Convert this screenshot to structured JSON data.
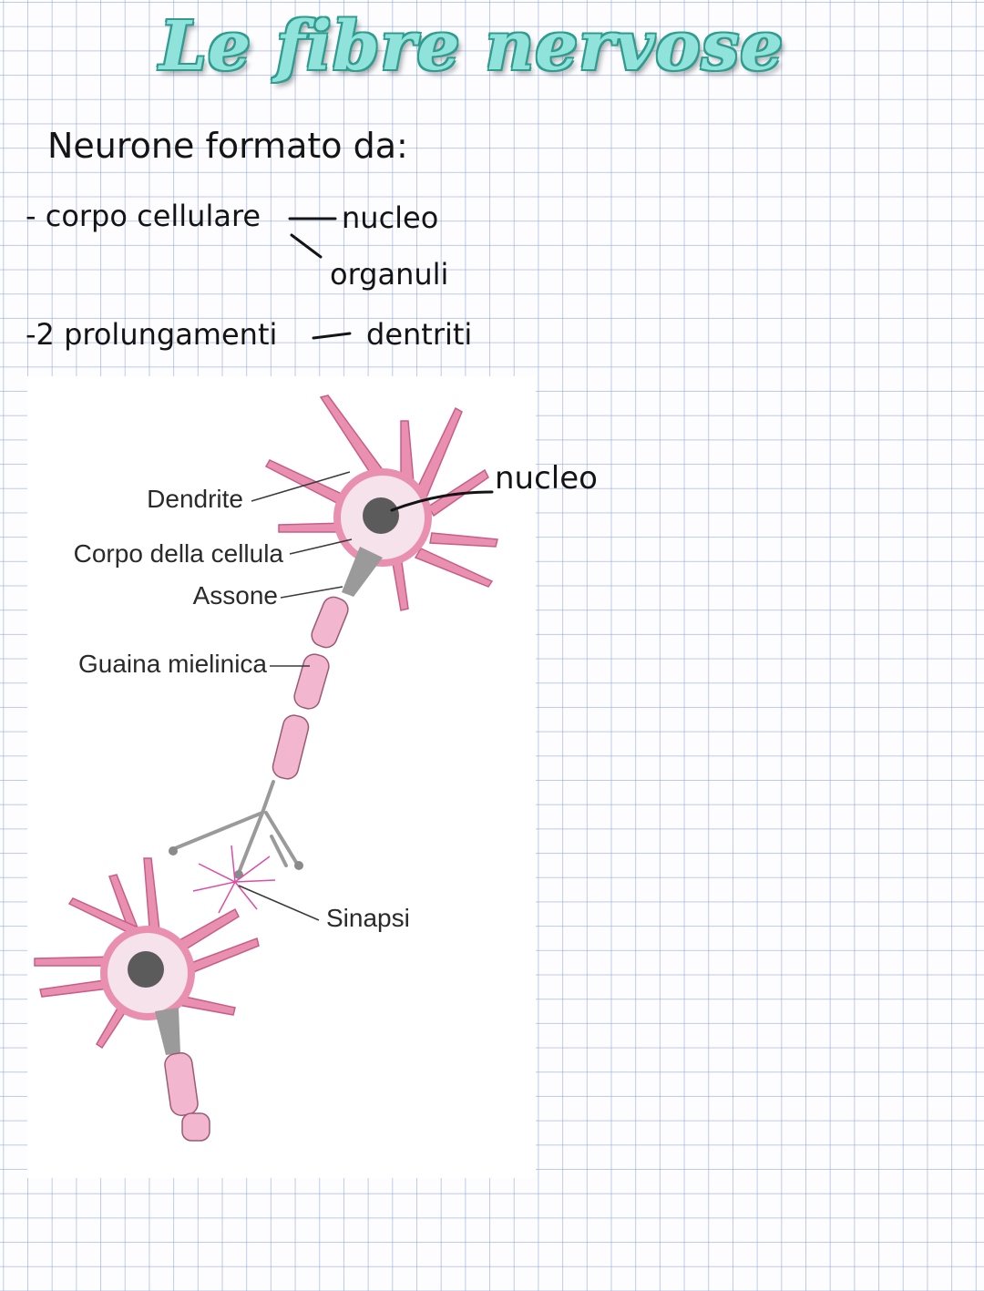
{
  "title": "Le fibre nervose",
  "notes": {
    "heading": "Neurone formato da:",
    "item1": "- corpo cellulare",
    "item1_branch1": "nucleo",
    "item1_branch2": "organuli",
    "item2": "-2 prolungamenti",
    "item2_branch1": "dentriti"
  },
  "figure": {
    "labels": {
      "dendrite": "Dendrite",
      "cell_body": "Corpo della cellula",
      "axon": "Assone",
      "myelin": "Guaina mielinica",
      "synapse": "Sinapsi"
    },
    "handwritten_label": "nucleo"
  },
  "colors": {
    "title_fill": "#8fe3da",
    "title_outline": "#2f9c8f",
    "neuron_pink": "#e98fb0",
    "myelin_pink": "#f3b6cf",
    "grid": "#8ca0d7"
  }
}
